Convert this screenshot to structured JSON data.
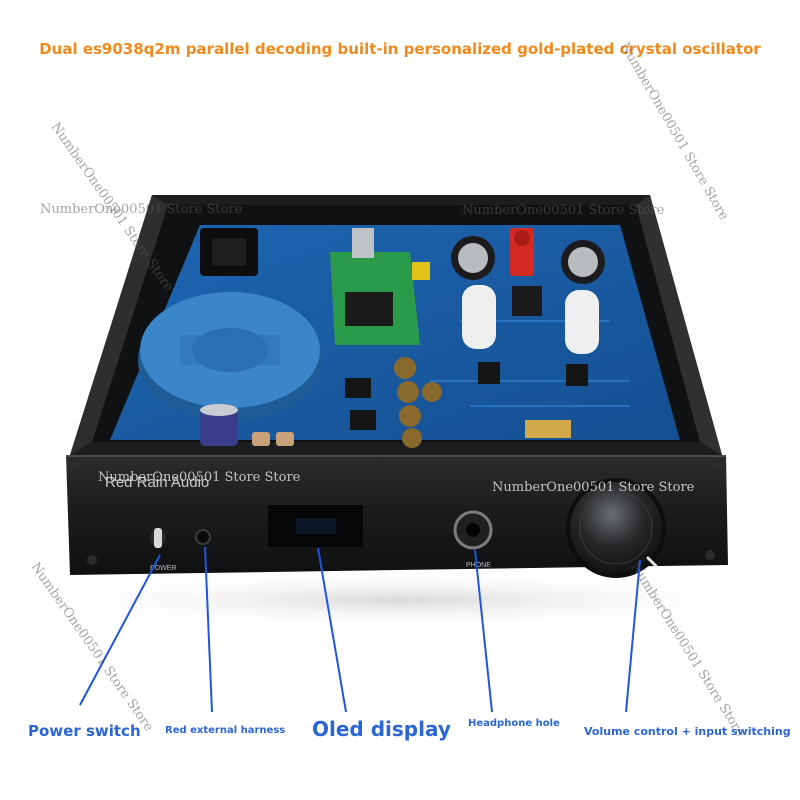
{
  "headline": "Dual es9038q2m parallel decoding built-in personalized gold-plated crystal oscillator",
  "brand_label": "Red Rain Audio",
  "panel_labels": {
    "power": "POWER",
    "phone": "PHONE"
  },
  "watermark": "NumberOne00501 Store Store",
  "callouts": {
    "power_switch": "Power switch",
    "red_harness": "Red external harness",
    "oled_display": "Oled display",
    "headphone_hole": "Headphone hole",
    "volume_control": "Volume control + input switching"
  },
  "colors": {
    "headline": "#f08a1c",
    "callout_text": "#2a66d6",
    "callout_line": "#1f55e0",
    "chassis": "#151617",
    "pcb": "#1b5fa8",
    "transformer": "#3b86c8",
    "background": "#ffffff"
  }
}
